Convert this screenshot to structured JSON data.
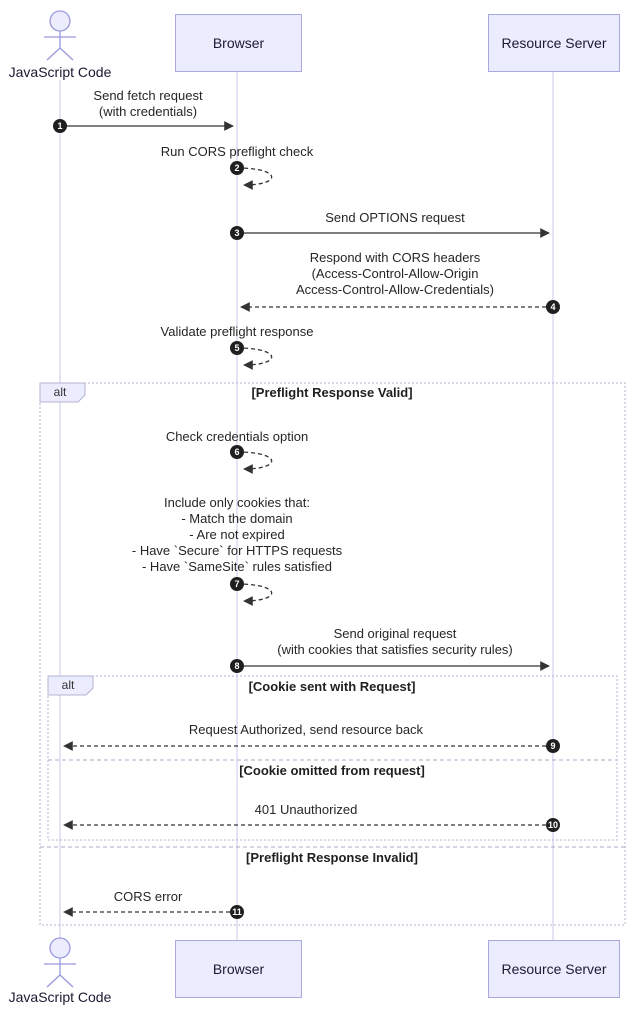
{
  "diagram": {
    "participants": {
      "actor": "JavaScript Code",
      "browser": "Browser",
      "server": "Resource Server"
    },
    "messages": [
      {
        "num": "1",
        "text": "Send fetch request\n(with credentials)"
      },
      {
        "num": "2",
        "text": "Run CORS preflight check"
      },
      {
        "num": "3",
        "text": "Send OPTIONS request"
      },
      {
        "num": "4",
        "text": "Respond with CORS headers\n(Access-Control-Allow-Origin\nAccess-Control-Allow-Credentials)"
      },
      {
        "num": "5",
        "text": "Validate preflight response"
      },
      {
        "num": "6",
        "text": "Check credentials option"
      },
      {
        "num": "7",
        "text": "Include only cookies that:\n- Match the domain\n- Are not expired\n- Have `Secure` for HTTPS requests\n- Have `SameSite` rules satisfied"
      },
      {
        "num": "8",
        "text": "Send original request\n(with cookies that satisfies security rules)"
      },
      {
        "num": "9",
        "text": "Request Authorized, send resource back"
      },
      {
        "num": "10",
        "text": "401 Unauthorized"
      },
      {
        "num": "11",
        "text": "CORS error"
      }
    ],
    "alt_outer": {
      "label": "alt",
      "condition_valid": "[Preflight Response Valid]",
      "condition_invalid": "[Preflight Response Invalid]"
    },
    "alt_inner": {
      "label": "alt",
      "condition_sent": "[Cookie sent with Request]",
      "condition_omitted": "[Cookie omitted from request]"
    }
  }
}
